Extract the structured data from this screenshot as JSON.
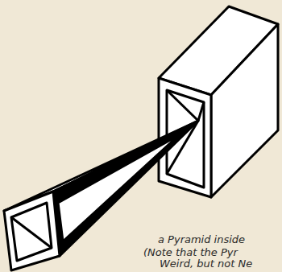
{
  "diagram": {
    "labels": [
      "a Pyramid inside",
      "(Note that the Pyr",
      "Weird, but not Ne"
    ]
  }
}
